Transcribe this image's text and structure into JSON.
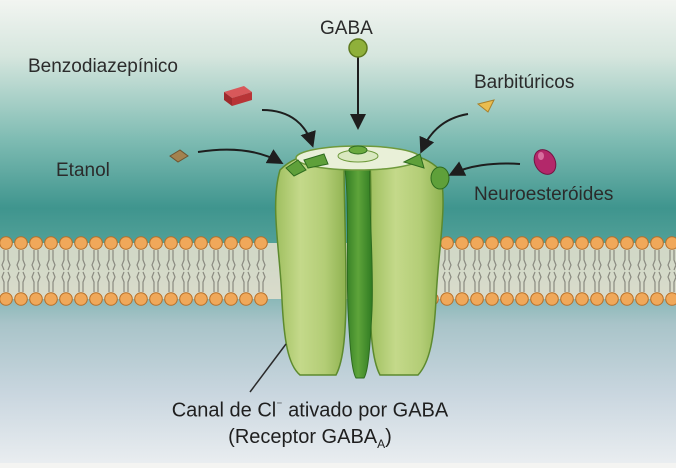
{
  "labels": {
    "gaba": "GABA",
    "benzodiazepinico": "Benzodiazepínico",
    "barbituricos": "Barbitúricos",
    "etanol": "Etanol",
    "neuroesteroides": "Neuroesteróides"
  },
  "caption": {
    "line1_prefix": "Canal de Cl",
    "line1_superscript": "⁻",
    "line1_suffix": " ativado por GABA",
    "line2_prefix": "(Receptor GABA",
    "line2_subscript": "A",
    "line2_suffix": ")"
  },
  "colors": {
    "background_top": "#e9efe9",
    "background_band": "#3f958e",
    "background_bottom": "#c9d6df",
    "lipid_head": "#f0a85a",
    "lipid_head_edge": "#b86f28",
    "channel_light": "#b6cf7a",
    "channel_dark": "#3f8a2a",
    "gaba_ligand": "#7fa32f",
    "benzodiazepine_ligand": "#c23a3c",
    "barbiturate_ligand": "#e7b544",
    "ethanol_ligand": "#9a7a4a",
    "neurosteroid_ligand": "#b0245e"
  }
}
